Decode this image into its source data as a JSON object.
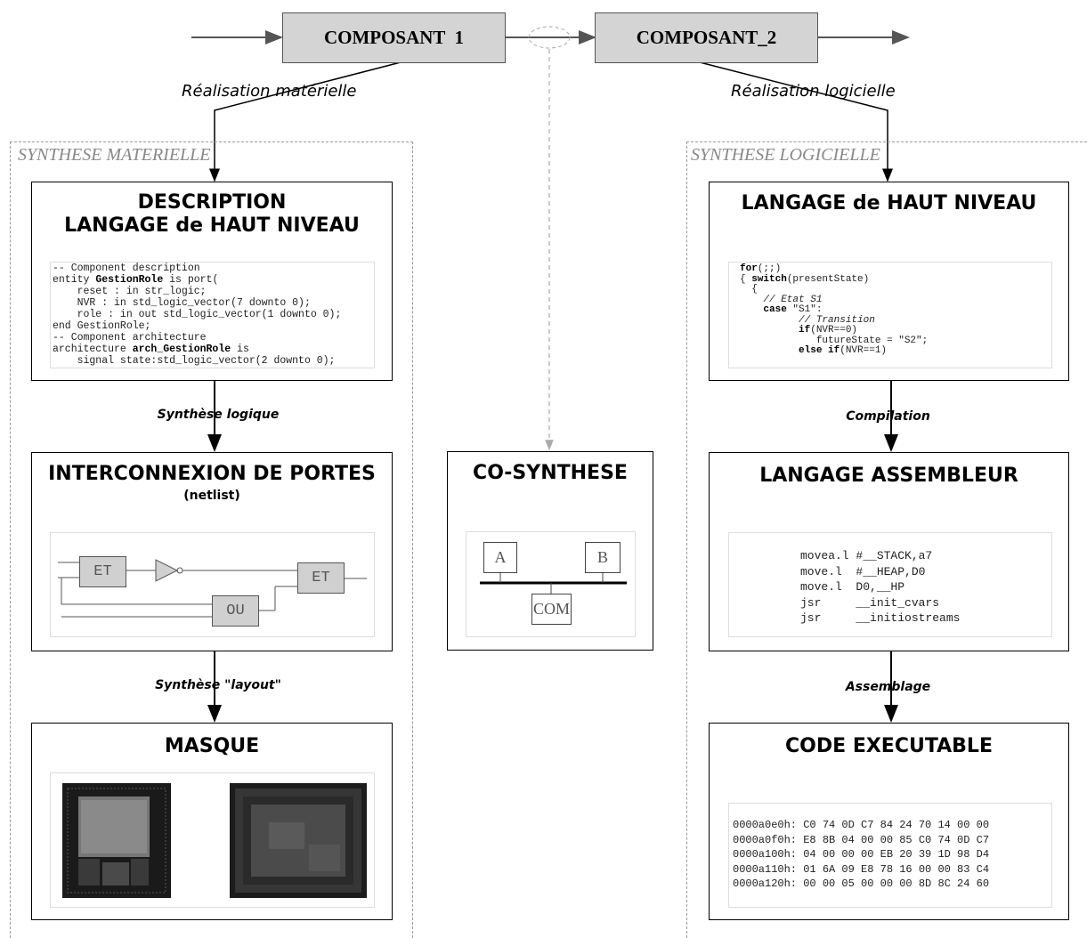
{
  "top": {
    "composant1": "COMPOSANT  1",
    "composant2": "COMPOSANT_2",
    "realisation_materielle": "Réalisation matérielle",
    "realisation_logicielle": "Réalisation logicielle"
  },
  "hardware": {
    "region_title": "SYNTHESE MATERIELLE",
    "desc_title_line1": "DESCRIPTION",
    "desc_title_line2": "LANGAGE de HAUT NIVEAU",
    "vhdl": {
      "l1": "-- Component description",
      "l2a": "entity ",
      "l2b": "GestionRole",
      "l2c": " is port(",
      "l3": "    reset : in str_logic;",
      "l4": "    NVR : in std_logic_vector(7 downto 0);",
      "l5": "    role : in out std_logic_vector(1 downto 0);",
      "l6": "end GestionRole;",
      "l7": "-- Component architecture",
      "l8a": "architecture ",
      "l8b": "arch_GestionRole",
      "l8c": " is",
      "l9": "    signal state:std_logic_vector(2 downto 0);"
    },
    "step1": "Synthèse logique",
    "netlist_title": "INTERCONNEXION DE PORTES",
    "netlist_sub": "(netlist)",
    "gate_et1": "ET",
    "gate_ou": "OU",
    "gate_et2": "ET",
    "step2": "Synthèse \"layout\"",
    "masque_title": "MASQUE"
  },
  "cosynthese": {
    "title": "CO-SYNTHESE",
    "a": "A",
    "b": "B",
    "com": "COM"
  },
  "software": {
    "region_title": "SYNTHESE LOGICIELLE",
    "hl_title": "LANGAGE de HAUT NIVEAU",
    "c": {
      "l1a": "for",
      "l1b": "(;;)",
      "l2a": "{ ",
      "l2b": "switch",
      "l2c": "(presentState)",
      "l3": "  {",
      "l4": "    // Etat S1",
      "l5a": "    case ",
      "l5b": "\"S1\":",
      "l6": "          // Transition",
      "l7a": "          if",
      "l7b": "(NVR==0)",
      "l8": "             futureState = \"S2\";",
      "l9a": "          else if",
      "l9b": "(NVR==1)"
    },
    "step1": "Compilation",
    "asm_title": "LANGAGE ASSEMBLEUR",
    "asm": [
      "movea.l #__STACK,a7",
      "move.l  #__HEAP,D0",
      "move.l  D0,__HP",
      "jsr     __init_cvars",
      "jsr     __initiostreams"
    ],
    "step2": "Assemblage",
    "exe_title": "CODE EXECUTABLE",
    "hex": [
      "0000a0e0h: C0 74 0D C7 84 24 70 14 00 00",
      "0000a0f0h: E8 8B 04 00 00 85 C0 74 0D C7",
      "0000a100h: 04 00 00 00 EB 20 39 1D 98 D4",
      "0000a110h: 01 6A 09 E8 78 16 00 00 83 C4",
      "0000a120h: 00 00 05 00 00 00 8D 8C 24 60"
    ]
  }
}
